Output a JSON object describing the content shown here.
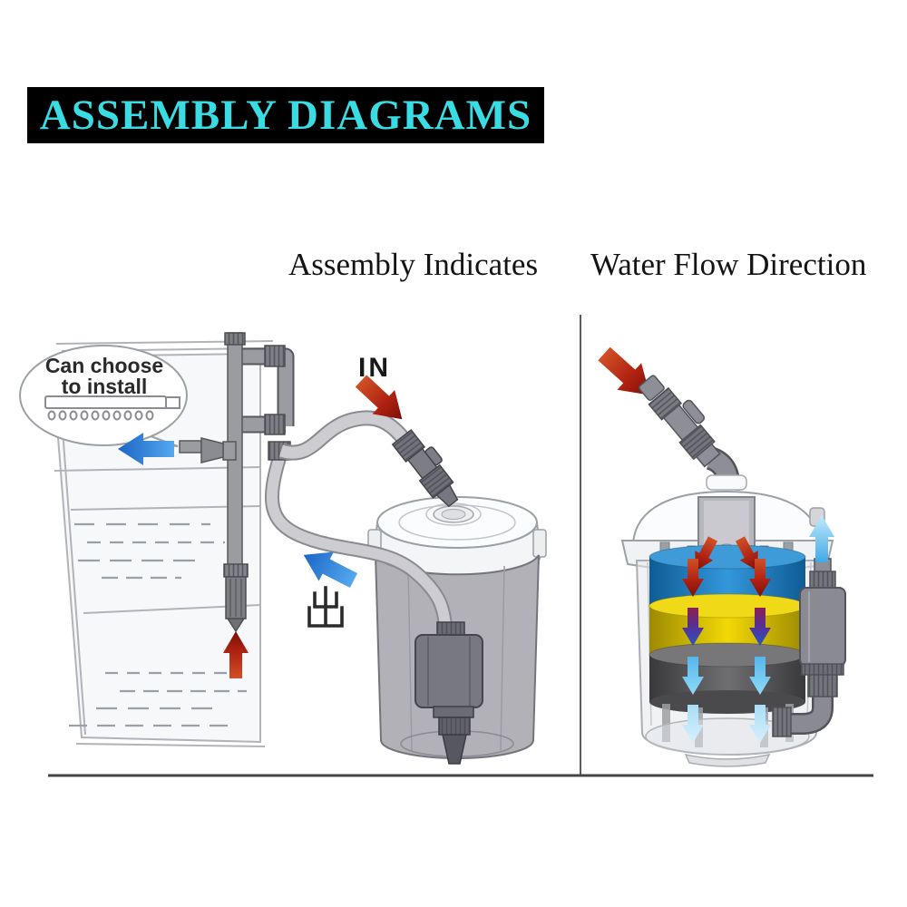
{
  "banner": {
    "title": "ASSEMBLY DIAGRAMS"
  },
  "headings": {
    "left": "Assembly Indicates",
    "right": "Water Flow Direction"
  },
  "left_diagram": {
    "bubble": {
      "line1": "Can choose",
      "line2": "to install"
    },
    "in_label": "IN",
    "out_label": "出"
  },
  "colors": {
    "banner_bg": "#000000",
    "banner_text": "#38dce2",
    "heading_text": "#141414",
    "inflow_arrow_red": "#a81f0e",
    "outflow_arrow_blue": "#2f8ee0",
    "flow_light_blue": "#6ec6f0",
    "flow_pale_blue": "#c6e9fa",
    "media_layer_blue": "#2e8fd0",
    "media_layer_yellow": "#e8cf05",
    "media_layer_dark": "#59595a",
    "pipe_gray": "#9b9ba2",
    "hose_gray": "#cdcdd1"
  }
}
